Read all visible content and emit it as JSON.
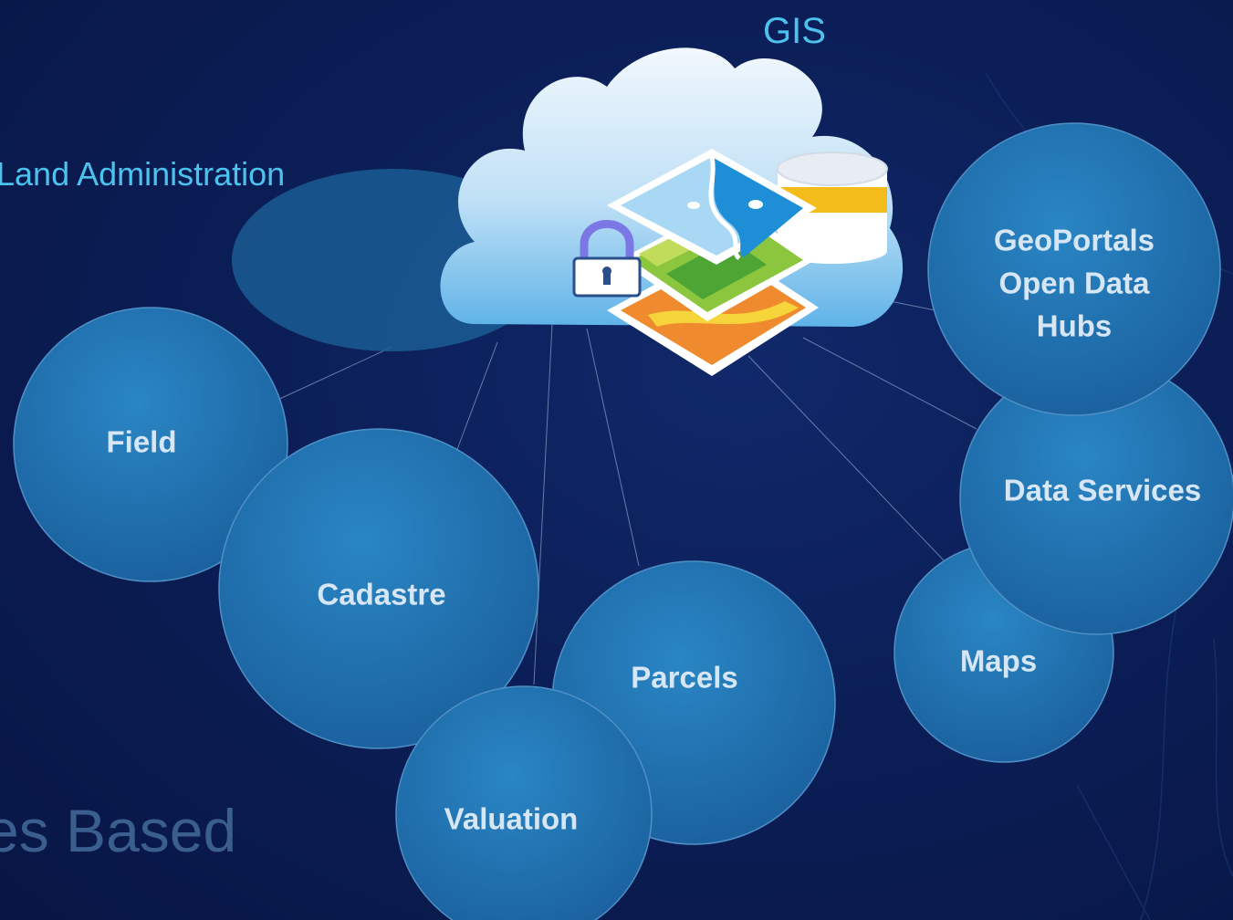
{
  "title": "GIS",
  "side_label": "Land Administration",
  "background_text": "es Based",
  "nodes": {
    "field": "Field",
    "cadastre": "Cadastre",
    "parcels": "Parcels",
    "valuation": "Valuation",
    "maps": "Maps",
    "data_services": "Data Services",
    "geoportals": [
      "GeoPortals",
      "Open Data",
      "Hubs"
    ]
  },
  "colors": {
    "background": "#0b1e57",
    "bubble": "#1f6fae",
    "label_accent": "#4cc3ef",
    "node_text": "#d6e6f5"
  },
  "icons": [
    "cloud-icon",
    "database-icon",
    "padlock-icon",
    "map-layers-icon"
  ]
}
